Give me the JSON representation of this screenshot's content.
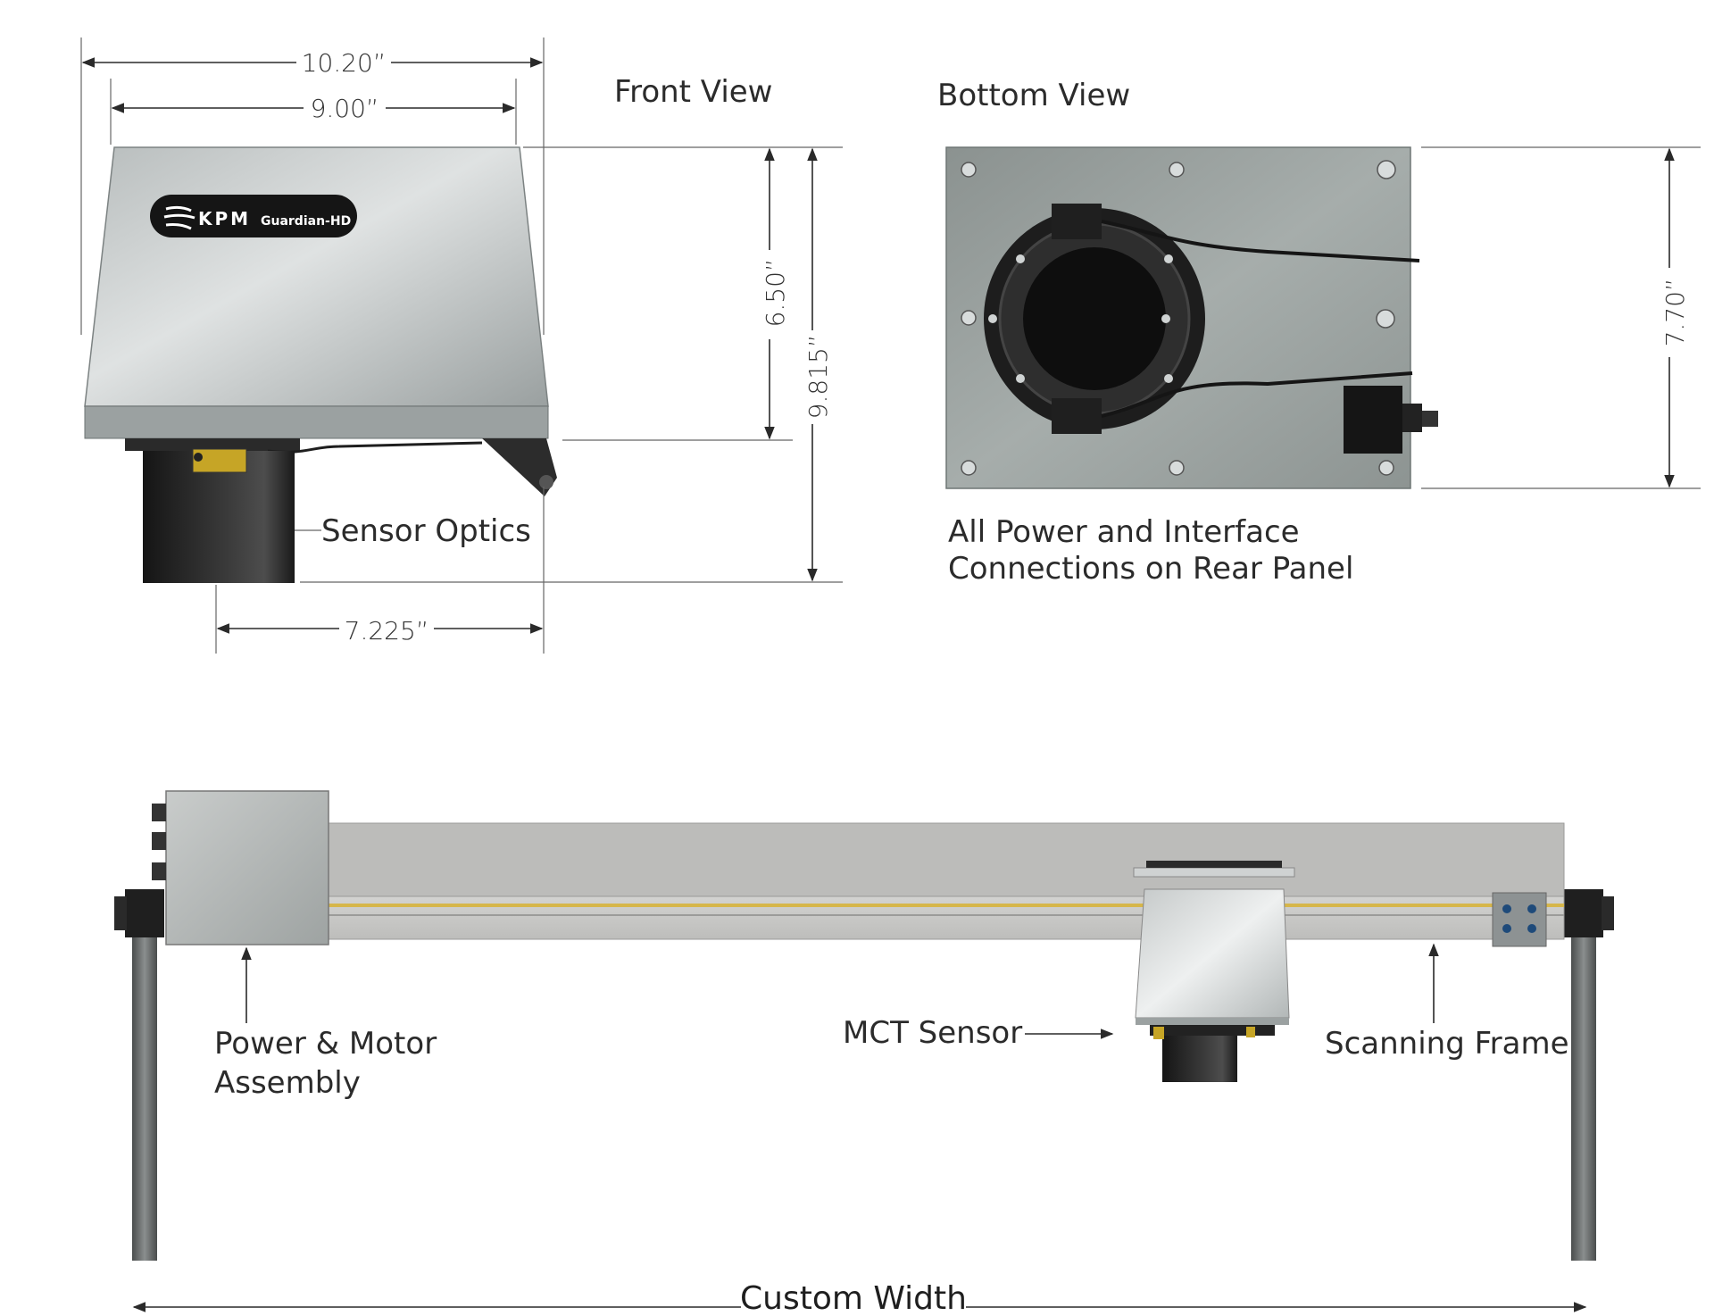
{
  "front_view": {
    "title": "Front View",
    "dims": {
      "overall_width": "10.20”",
      "inner_width": "9.00”",
      "housing_height": "6.50”",
      "total_height": "9.815”",
      "sensor_offset": "7.225”"
    },
    "logo": {
      "brand": "KPM",
      "model": "Guardian-HD"
    },
    "callout": "Sensor Optics"
  },
  "bottom_view": {
    "title": "Bottom View",
    "dims": {
      "depth": "7.70”"
    },
    "note_line1": "All Power and Interface",
    "note_line2": "Connections on Rear Panel"
  },
  "frame_view": {
    "callout_power_line1": "Power & Motor",
    "callout_power_line2": "Assembly",
    "callout_sensor": "MCT Sensor",
    "callout_frame": "Scanning Frame",
    "width_label": "Custom Width"
  },
  "colors": {
    "housing_light": "#d9dcdc",
    "housing_dark": "#8e9494",
    "plate": "#9aa19f",
    "rail": "#c9c9c7",
    "yellow_stripe": "#d6b64a",
    "black_parts": "#1b1b1b"
  },
  "icons": [
    "kpm-logo-icon",
    "arrow-icon"
  ]
}
